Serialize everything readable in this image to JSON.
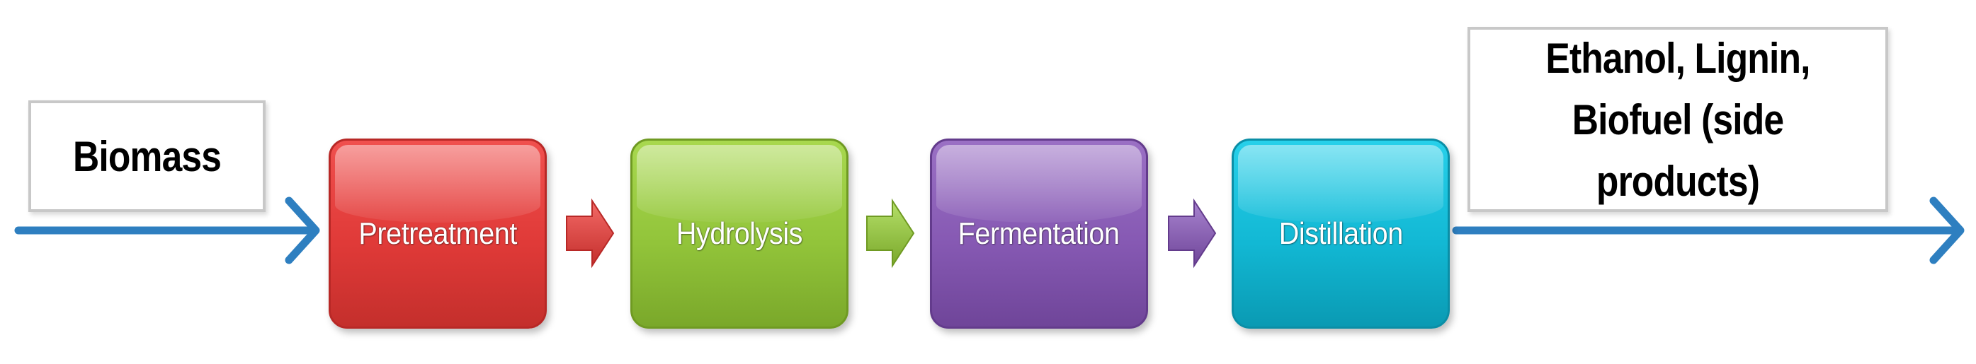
{
  "input": {
    "label": "Biomass"
  },
  "steps": [
    {
      "label": "Pretreatment",
      "color": "#e03a38"
    },
    {
      "label": "Hydrolysis",
      "color": "#92c43a"
    },
    {
      "label": "Fermentation",
      "color": "#8659b3"
    },
    {
      "label": "Distillation",
      "color": "#12b8d4"
    }
  ],
  "output": {
    "label": "Ethanol, Lignin,\nBiofuel (side products)"
  },
  "colors": {
    "flow_arrow": "#2e7fc0",
    "box_border": "#c8c8c8"
  }
}
